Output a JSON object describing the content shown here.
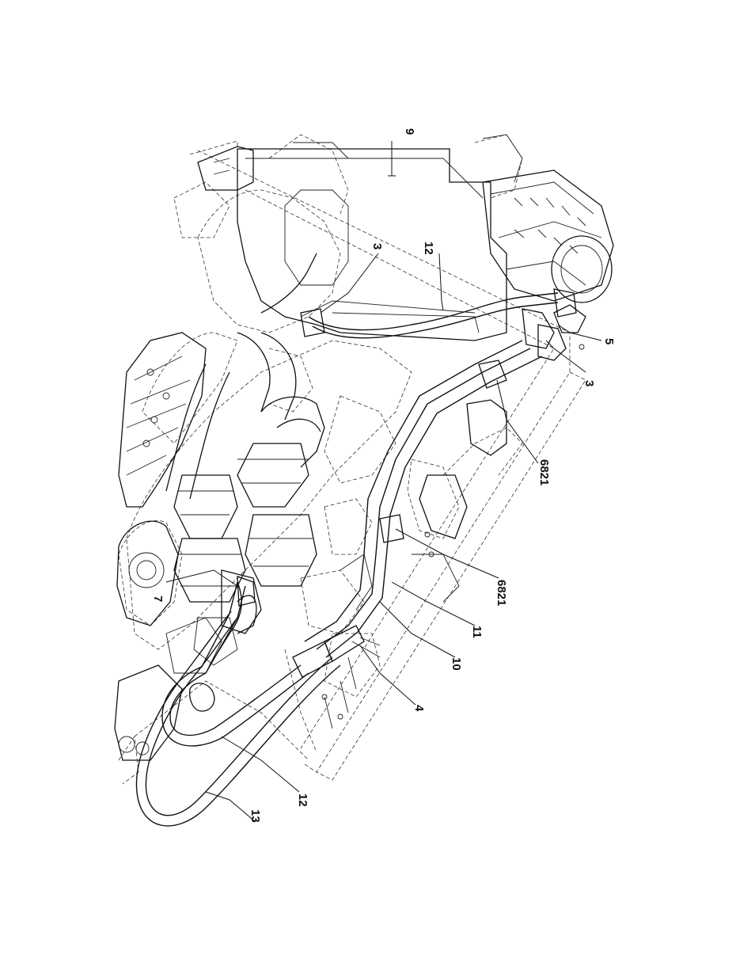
{
  "callouts": [
    {
      "id": "c9",
      "text": "9"
    },
    {
      "id": "c3a",
      "text": "3"
    },
    {
      "id": "c12a",
      "text": "12"
    },
    {
      "id": "c5",
      "text": "5"
    },
    {
      "id": "c3b",
      "text": "3"
    },
    {
      "id": "c6821a",
      "text": "6821"
    },
    {
      "id": "c6821b",
      "text": "6821"
    },
    {
      "id": "c11",
      "text": "11"
    },
    {
      "id": "c10",
      "text": "10"
    },
    {
      "id": "c4",
      "text": "4"
    },
    {
      "id": "c7",
      "text": "7"
    },
    {
      "id": "c12b",
      "text": "12"
    },
    {
      "id": "c13",
      "text": "13"
    }
  ]
}
